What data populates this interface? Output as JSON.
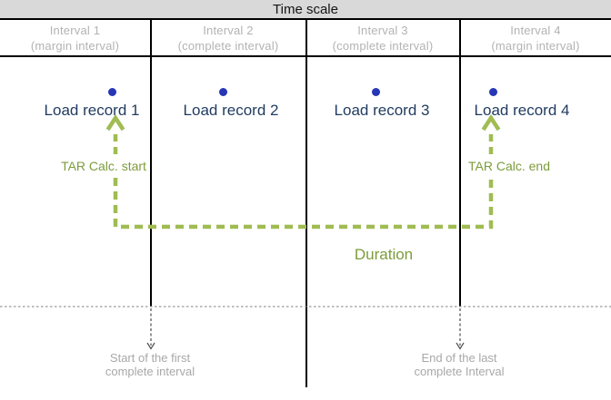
{
  "header": {
    "title": "Time scale"
  },
  "intervals": [
    {
      "name": "Interval 1",
      "subtitle": "(margin interval)"
    },
    {
      "name": "Interval 2",
      "subtitle": "(complete interval)"
    },
    {
      "name": "Interval 3",
      "subtitle": "(complete interval)"
    },
    {
      "name": "Interval 4",
      "subtitle": "(margin interval)"
    }
  ],
  "load_records": [
    {
      "label": "Load record 1"
    },
    {
      "label": "Load record 2"
    },
    {
      "label": "Load record 3"
    },
    {
      "label": "Load record 4"
    }
  ],
  "annotations": {
    "tar_calc_start": "TAR Calc. start",
    "tar_calc_end": "TAR Calc. end",
    "duration": "Duration"
  },
  "markers": {
    "start": {
      "line1": "Start of the first",
      "line2": "complete interval"
    },
    "end": {
      "line1": "End of the last",
      "line2": "complete Interval"
    }
  },
  "icons": {
    "load_record_dot": "filled-circle",
    "tar_arrow": "dashed-up-arrow",
    "boundary_arrow": "dashed-down-arrow"
  },
  "colors": {
    "green_line": "#a0bc53",
    "green_text": "#7c9c3b",
    "record_navy": "#1f3a5f",
    "dot_blue": "#2636b5",
    "interval_gray": "#b3b3b3",
    "marker_gray": "#a8a8a8",
    "header_bg": "#d9d9d9"
  }
}
